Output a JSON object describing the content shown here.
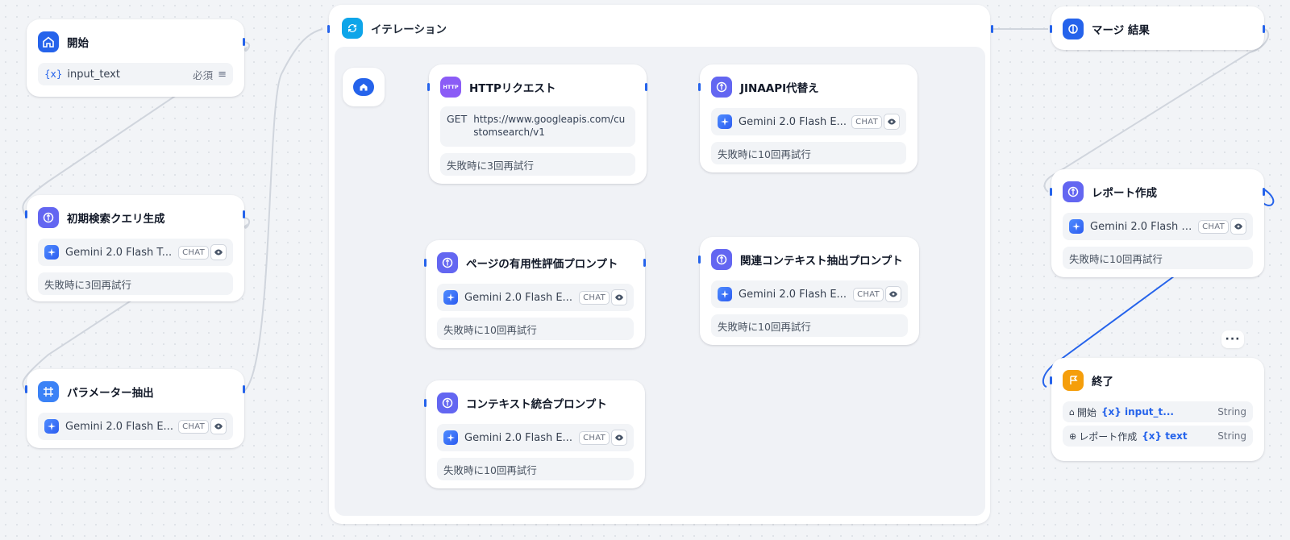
{
  "model_chip": "CHAT",
  "nodes": {
    "start": {
      "title": "開始",
      "var_name": "input_text",
      "required": "必須",
      "icon": "home-icon"
    },
    "query_gen": {
      "title": "初期検索クエリ生成",
      "model": "Gemini 2.0 Flash T...",
      "retry": "失敗時に3回再試行"
    },
    "param_extract": {
      "title": "パラメーター抽出",
      "model": "Gemini 2.0 Flash E..."
    },
    "iteration": {
      "title": "イテレーション"
    },
    "http": {
      "title": "HTTPリクエスト",
      "method": "GET",
      "url": "https://www.googleapis.com/customsearch/v1",
      "retry": "失敗時に3回再試行",
      "icon_label": "HTTP"
    },
    "jina": {
      "title": "JINAAPI代替え",
      "model": "Gemini 2.0 Flash E...",
      "retry": "失敗時に10回再試行"
    },
    "page_eval": {
      "title": "ページの有用性評価プロンプト",
      "model": "Gemini 2.0 Flash E...",
      "retry": "失敗時に10回再試行"
    },
    "context_extract": {
      "title": "関連コンテキスト抽出プロンプト",
      "model": "Gemini 2.0 Flash E...",
      "retry": "失敗時に10回再試行"
    },
    "context_merge": {
      "title": "コンテキスト統合プロンプト",
      "model": "Gemini 2.0 Flash E...",
      "retry": "失敗時に10回再試行"
    },
    "merge": {
      "title": "マージ 結果"
    },
    "report": {
      "title": "レポート作成",
      "model": "Gemini 2.0 Flash T...",
      "retry": "失敗時に10回再試行"
    },
    "end": {
      "title": "終了",
      "more": "···",
      "rows": [
        {
          "source": "開始",
          "var": "input_t...",
          "type": "String"
        },
        {
          "source": "レポート作成",
          "var": "text",
          "type": "String"
        }
      ]
    }
  },
  "colors": {
    "accent": "#2563eb",
    "llm_icon": "#6366f1",
    "iteration_icon": "#0ea5e9",
    "http_icon": "#8b5cf6",
    "end_icon": "#f59e0b"
  }
}
